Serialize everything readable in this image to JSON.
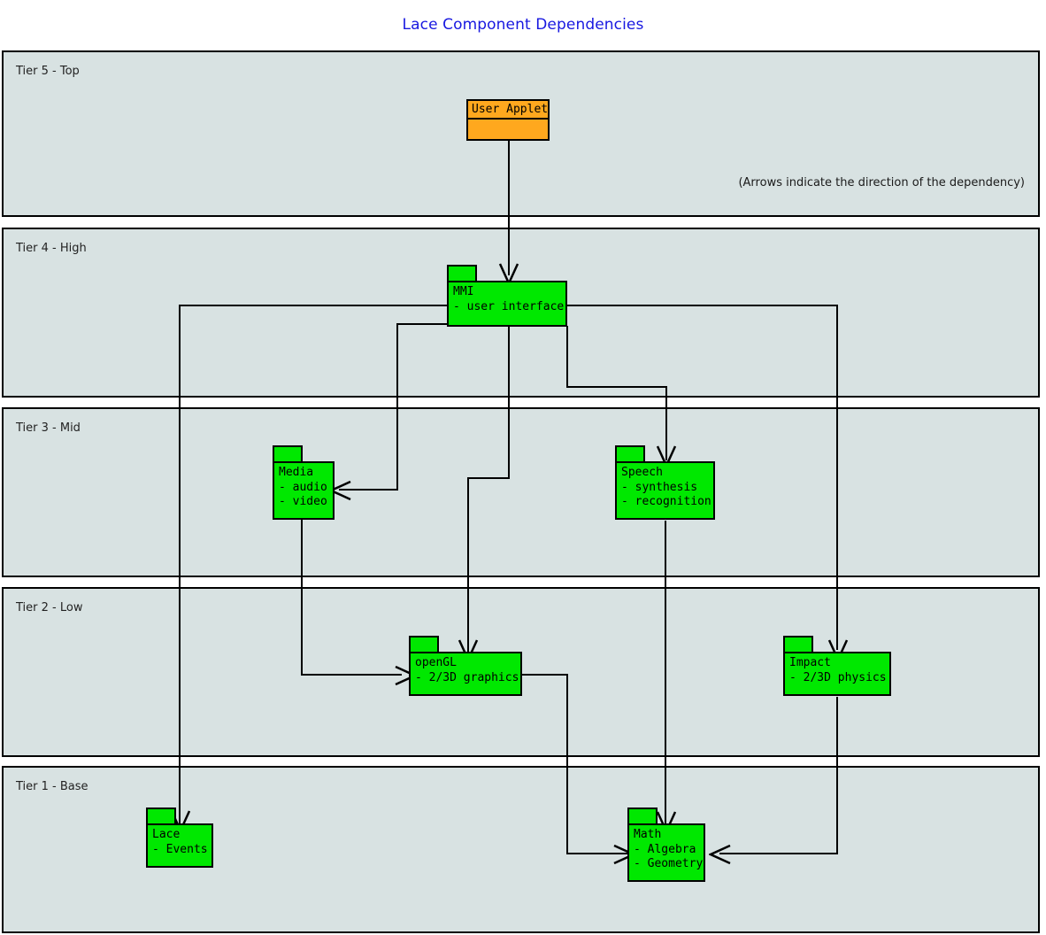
{
  "title": "Lace Component Dependencies",
  "note": "(Arrows indicate the direction of the dependency)",
  "colors": {
    "title": "#1818e0",
    "tier_background": "#d8e2e2",
    "package_green": "#00e800",
    "package_orange": "#ffa81e",
    "stroke": "#000000"
  },
  "tiers": [
    {
      "id": "tier5",
      "label": "Tier 5 - Top"
    },
    {
      "id": "tier4",
      "label": "Tier 4 - High"
    },
    {
      "id": "tier3",
      "label": "Tier 3 - Mid"
    },
    {
      "id": "tier2",
      "label": "Tier 2 - Low"
    },
    {
      "id": "tier1",
      "label": "Tier 1 - Base"
    }
  ],
  "packages": [
    {
      "id": "user-applet",
      "name": "User Applet",
      "tier": "Tier 5 - Top",
      "color": "#ffa81e",
      "items": []
    },
    {
      "id": "mmi",
      "name": "MMI",
      "tier": "Tier 4 - High",
      "color": "#00e800",
      "items": [
        "- user interface"
      ],
      "text": "MMI\n- user interface"
    },
    {
      "id": "media",
      "name": "Media",
      "tier": "Tier 3 - Mid",
      "color": "#00e800",
      "items": [
        "- audio",
        "- video"
      ],
      "text": "Media\n- audio\n- video"
    },
    {
      "id": "speech",
      "name": "Speech",
      "tier": "Tier 3 - Mid",
      "color": "#00e800",
      "items": [
        "- synthesis",
        "- recognition"
      ],
      "text": "Speech\n- synthesis\n- recognition"
    },
    {
      "id": "opengl",
      "name": "openGL",
      "tier": "Tier 2 - Low",
      "color": "#00e800",
      "items": [
        "- 2/3D graphics"
      ],
      "text": "openGL\n- 2/3D graphics"
    },
    {
      "id": "impact",
      "name": "Impact",
      "tier": "Tier 2 - Low",
      "color": "#00e800",
      "items": [
        "- 2/3D physics"
      ],
      "text": "Impact\n- 2/3D physics"
    },
    {
      "id": "lace",
      "name": "Lace",
      "tier": "Tier 1 - Base",
      "color": "#00e800",
      "items": [
        "- Events"
      ],
      "text": "Lace\n- Events"
    },
    {
      "id": "math",
      "name": "Math",
      "tier": "Tier 1 - Base",
      "color": "#00e800",
      "items": [
        "- Algebra",
        "- Geometry"
      ],
      "text": "Math\n- Algebra\n- Geometry"
    }
  ],
  "dependencies": [
    {
      "from": "User Applet",
      "to": "MMI"
    },
    {
      "from": "MMI",
      "to": "Media"
    },
    {
      "from": "MMI",
      "to": "Speech"
    },
    {
      "from": "MMI",
      "to": "openGL"
    },
    {
      "from": "MMI",
      "to": "Impact"
    },
    {
      "from": "MMI",
      "to": "Lace"
    },
    {
      "from": "Media",
      "to": "openGL"
    },
    {
      "from": "Speech",
      "to": "Math"
    },
    {
      "from": "openGL",
      "to": "Math"
    },
    {
      "from": "Impact",
      "to": "Math"
    }
  ]
}
